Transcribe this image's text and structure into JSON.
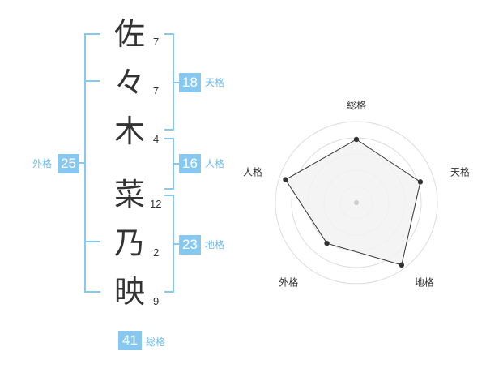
{
  "name": {
    "characters": [
      {
        "char": "佐",
        "strokes": "7"
      },
      {
        "char": "々",
        "strokes": "7"
      },
      {
        "char": "木",
        "strokes": "4"
      },
      {
        "char": "菜",
        "strokes": "12"
      },
      {
        "char": "乃",
        "strokes": "2"
      },
      {
        "char": "映",
        "strokes": "9"
      }
    ]
  },
  "kaku": {
    "tenkaku": {
      "value": "18",
      "label": "天格"
    },
    "jinkaku": {
      "value": "16",
      "label": "人格"
    },
    "chikaku": {
      "value": "23",
      "label": "地格"
    },
    "gaikaku": {
      "value": "25",
      "label": "外格"
    },
    "soukaku": {
      "value": "41",
      "label": "総格"
    }
  },
  "colors": {
    "accent": "#87c8f0",
    "accent_text": "#6cbbe9",
    "text": "#333333",
    "radar_fill": "#f2f2f2",
    "radar_rings": "#dddddd",
    "radar_line": "#333333"
  },
  "chart_data": {
    "type": "radar",
    "axes": [
      "総格",
      "天格",
      "地格",
      "外格",
      "人格"
    ],
    "values": [
      0.78,
      0.83,
      0.95,
      0.62,
      0.92
    ],
    "max": 1.0,
    "rings": 5
  }
}
